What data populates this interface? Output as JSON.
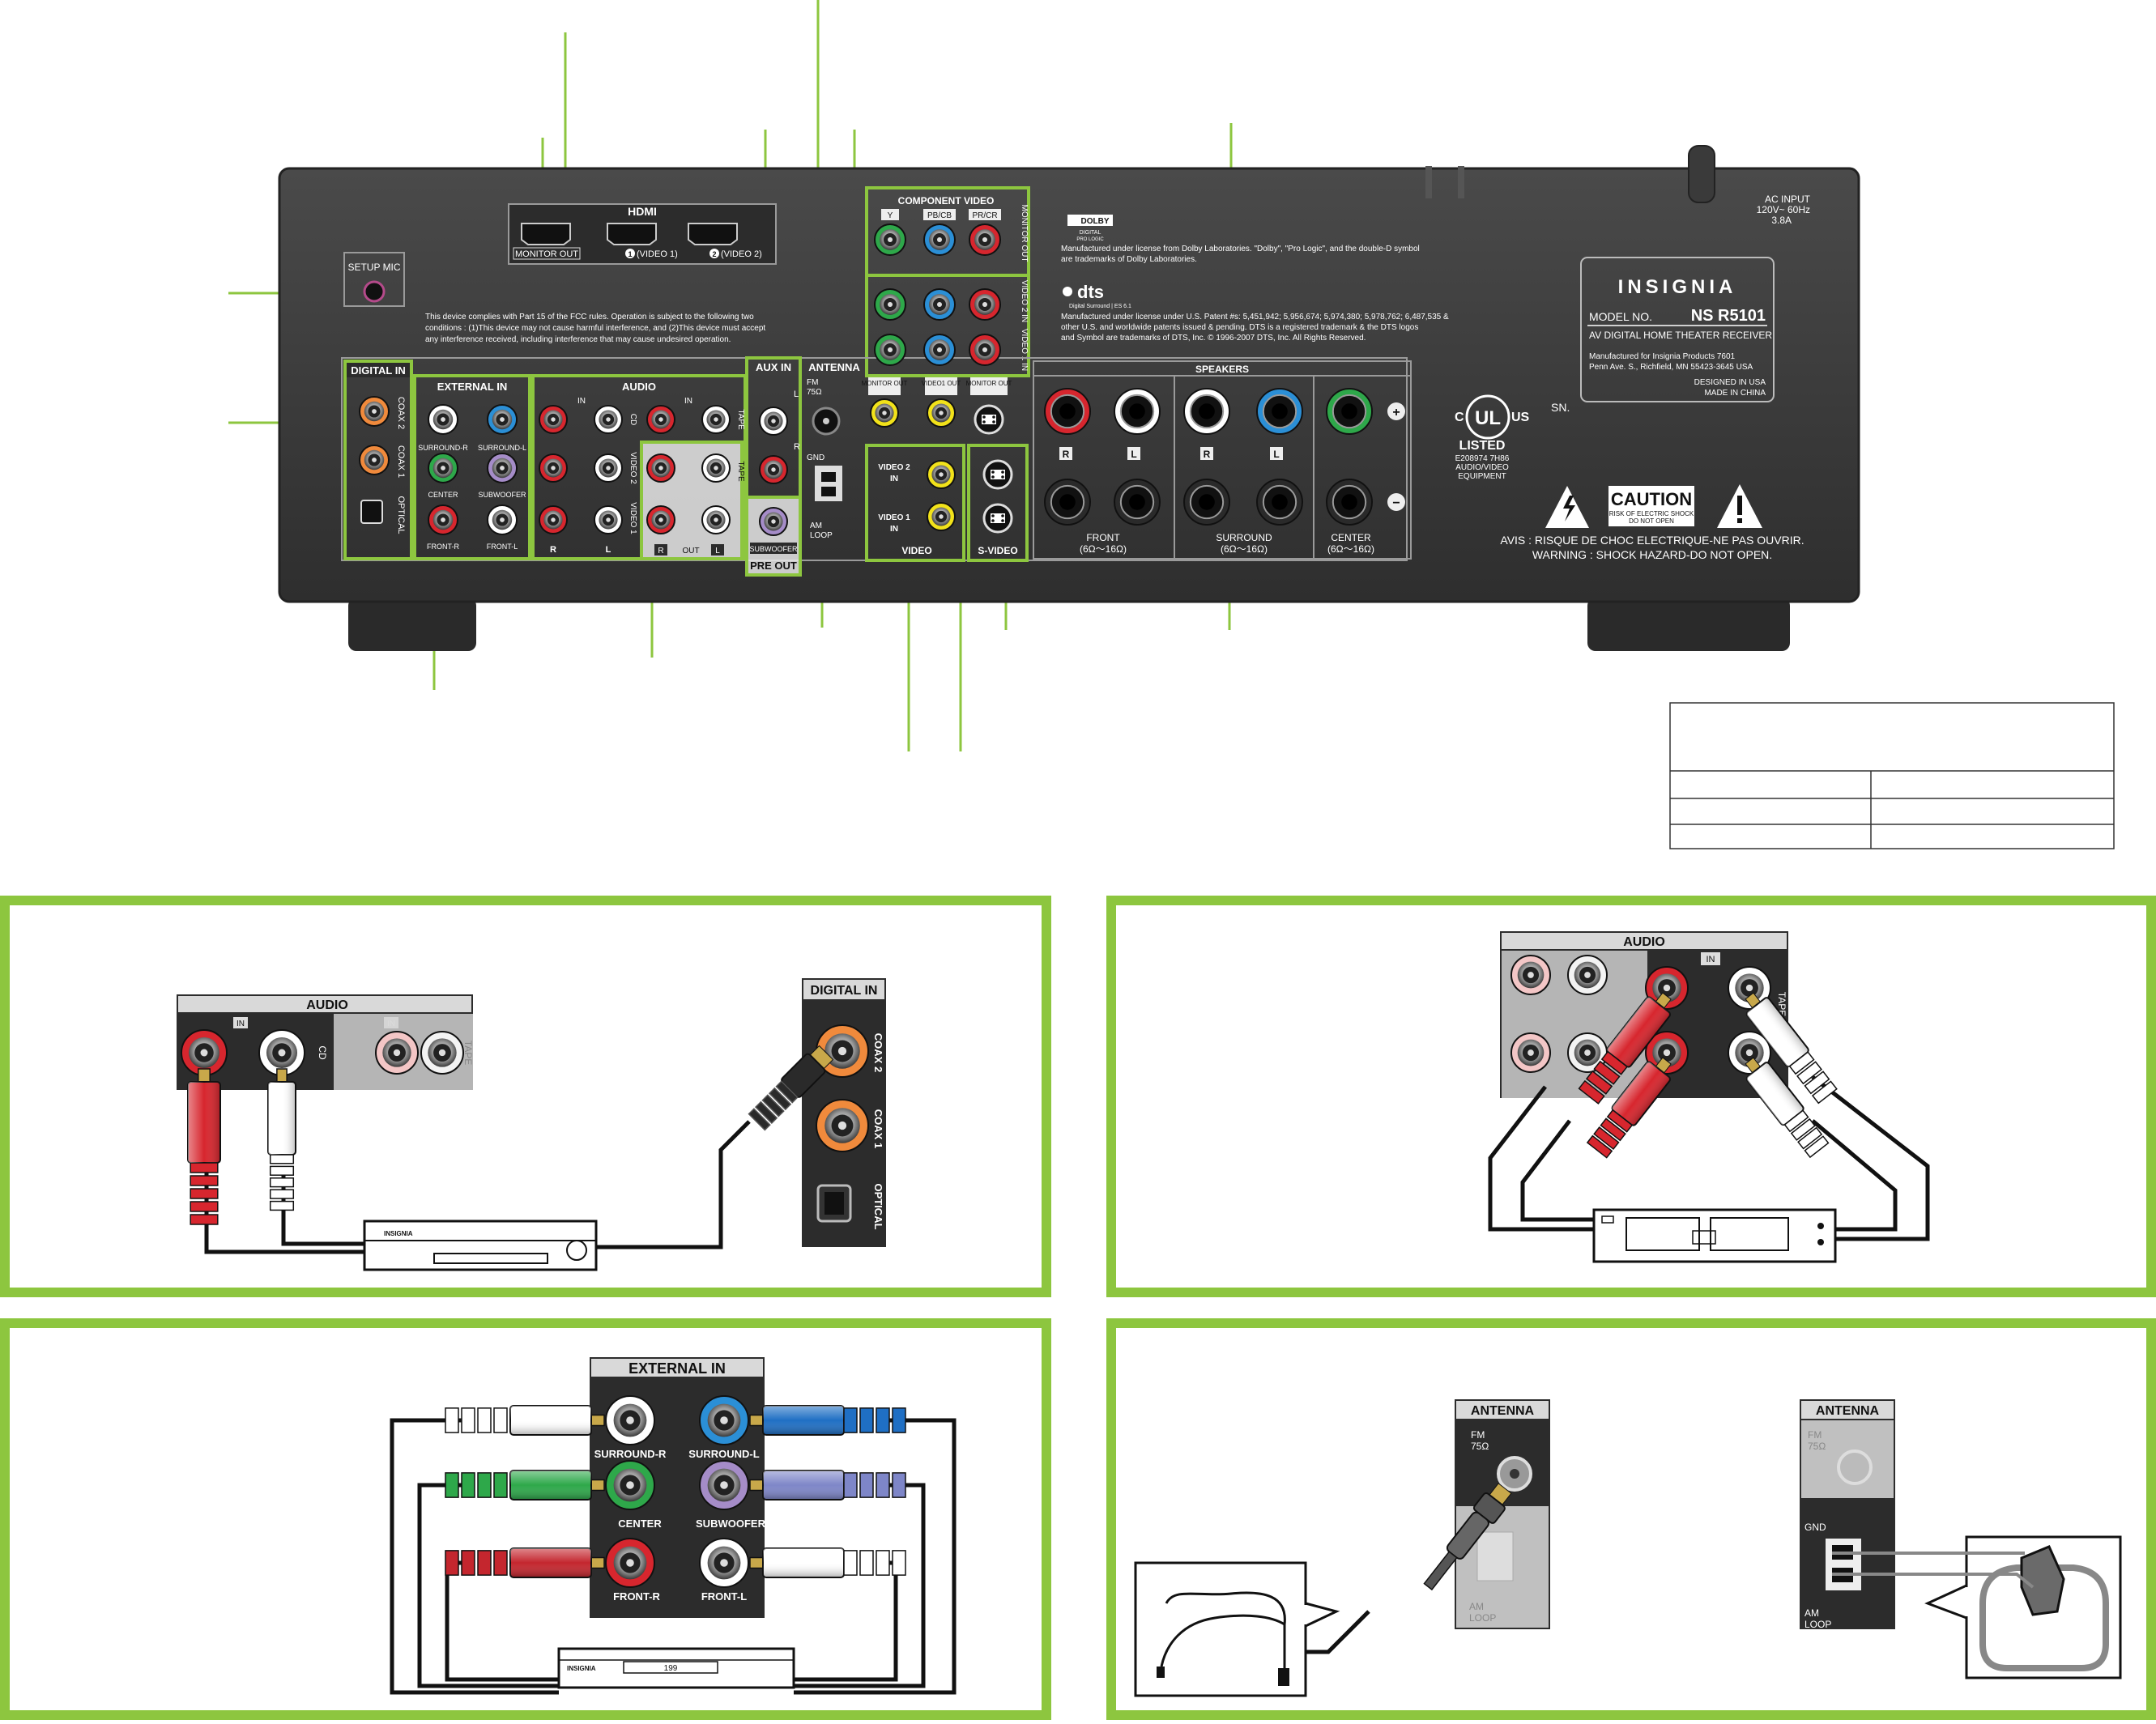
{
  "receiver": {
    "setup_mic": "SETUP MIC",
    "hdmi": {
      "title": "HDMI",
      "monitor_out": "MONITOR OUT",
      "video1": "(VIDEO 1)",
      "video2": "(VIDEO 2)",
      "num1": "1",
      "num2": "2"
    },
    "fcc_text": [
      "This device complies with Part 15 of the FCC rules. Operation is subject to the following two",
      "conditions : (1)This device may not cause harmful interference, and (2)This device must accept",
      "any interference received, including interference that may cause undesired operation."
    ],
    "component_video": {
      "title": "COMPONENT VIDEO",
      "labels": [
        "Y",
        "PB/CB",
        "PR/CR"
      ],
      "row_labels": [
        "MONITOR OUT",
        "VIDEO 2 IN",
        "VIDEO 1 IN"
      ]
    },
    "dolby": {
      "logo": "DOLBY",
      "logo_sub": "DIGITAL",
      "logo_sub2": "PRO LOGIC",
      "text": [
        "Manufactured under license from Dolby Laboratories. \"Dolby\", \"Pro Logic\", and the double-D symbol",
        "are trademarks of Dolby Laboratories."
      ]
    },
    "dts": {
      "logo": "dts",
      "logo_sub": "Digital Surround | ES 6.1",
      "text": [
        "Manufactured under license under U.S. Patent #s: 5,451,942; 5,956,674; 5,974,380; 5,978,762; 6,487,535 &",
        "other U.S. and worldwide patents issued & pending.  DTS is a registered trademark & the DTS logos",
        "and Symbol are trademarks of DTS, Inc. © 1996-2007 DTS, Inc. All Rights Reserved."
      ]
    },
    "ac_input": [
      "AC INPUT",
      "120V~  60Hz",
      "3.8A"
    ],
    "brand_plate": {
      "brand": "INSIGNIA",
      "model_label": "MODEL NO.",
      "model": "NS R5101",
      "desc": "AV DIGITAL HOME THEATER RECEIVER",
      "mfr": [
        "Manufactured for Insignia Products 7601",
        "Penn Ave. S., Richfield, MN 55423-3645 USA"
      ],
      "origin": [
        "DESIGNED IN USA",
        "MADE IN CHINA"
      ]
    },
    "sn": "SN.",
    "ul": {
      "c": "C",
      "ul": "UL",
      "us": "US",
      "listed": "LISTED",
      "lines": [
        "E208974 7H86",
        "AUDIO/VIDEO",
        "EQUIPMENT"
      ]
    },
    "caution": {
      "title": "CAUTION",
      "sub": [
        "RISK OF ELECTRIC SHOCK",
        "DO NOT OPEN"
      ],
      "avis": "AVIS : RISQUE DE CHOC ELECTRIQUE-NE PAS OUVRIR.",
      "warning": "WARNING : SHOCK HAZARD-DO NOT OPEN."
    },
    "digital_in": {
      "title": "DIGITAL IN",
      "coax2": "COAX 2",
      "coax1": "COAX 1",
      "optical": "OPTICAL"
    },
    "external_in": {
      "title": "EXTERNAL IN",
      "labels": [
        "SURROUND-R",
        "SURROUND-L",
        "CENTER",
        "SUBWOOFER",
        "FRONT-R",
        "FRONT-L"
      ]
    },
    "audio": {
      "title": "AUDIO",
      "in1": "IN",
      "in2": "IN",
      "cd": "CD",
      "tape": "TAPE",
      "video2": "VIDEO 2",
      "video1": "VIDEO 1",
      "r": "R",
      "l": "L",
      "out": "OUT",
      "tape_out": "TAPE"
    },
    "aux_in": {
      "title": "AUX IN",
      "l": "L",
      "r": "R"
    },
    "antenna": {
      "title": "ANTENNA",
      "fm": "FM",
      "fm_ohm": "75Ω",
      "gnd": "GND",
      "am": "AM",
      "loop": "LOOP"
    },
    "monitor_out_vid": "MONITOR OUT",
    "video1_out": "VIDEO1 OUT",
    "monitor_out_sv": "MONITOR OUT",
    "video": {
      "title": "VIDEO",
      "v2": "VIDEO 2",
      "v1": "VIDEO 1",
      "in": "IN"
    },
    "svideo": "S-VIDEO",
    "pre_out": {
      "title": "PRE OUT",
      "sub": "SUBWOOFER"
    },
    "speakers": {
      "title": "SPEAKERS",
      "front": "FRONT",
      "surround": "SURROUND",
      "center": "CENTER",
      "impedance": "(6Ω～16Ω)",
      "r": "R",
      "l": "L",
      "plus": "+",
      "minus": "−"
    }
  },
  "panels": {
    "cd_audio": {
      "title": "AUDIO",
      "in": "IN",
      "cd": "CD",
      "tape": "TAPE",
      "digital_in": "DIGITAL IN",
      "coax2": "COAX 2",
      "coax1": "COAX 1",
      "optical": "OPTICAL",
      "brand": "INSIGNIA"
    },
    "tape_audio": {
      "title": "AUDIO",
      "in": "IN",
      "tape": "TAPE"
    },
    "external_in": {
      "title": "EXTERNAL IN",
      "labels": [
        "SURROUND-R",
        "SURROUND-L",
        "CENTER",
        "SUBWOOFER",
        "FRONT-R",
        "FRONT-L"
      ],
      "brand": "INSIGNIA",
      "device_num": "199"
    },
    "antenna": {
      "title": "ANTENNA",
      "fm": "FM",
      "fm_ohm": "75Ω",
      "gnd": "GND",
      "am": "AM",
      "loop": "LOOP"
    }
  },
  "colors": {
    "accent_green": "#8dc63f",
    "chassis": "#3a3a3a",
    "red_jack": "#d7262e",
    "white_jack": "#ffffff",
    "green_jack": "#2ea84a",
    "blue_jack": "#2b8fd6",
    "orange_jack": "#f08a3c",
    "yellow_jack": "#f2e21a",
    "purple_jack": "#a58cc8"
  }
}
